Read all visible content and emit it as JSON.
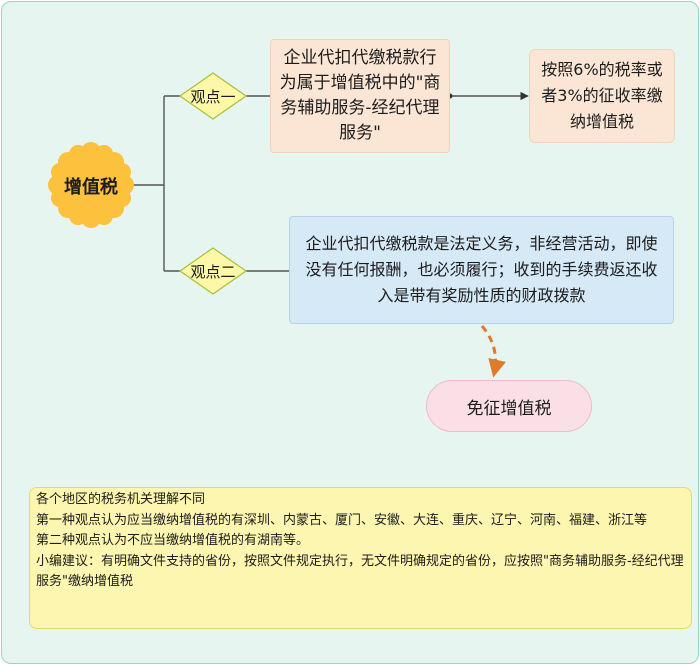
{
  "root": {
    "label": "增值税"
  },
  "view1": {
    "label": "观点一",
    "text": "企业代扣代缴税款行为属于增值税中的\"商务辅助服务-经纪代理服务\"",
    "result": "按照6%的税率或者3%的征收率缴纳增值税"
  },
  "view2": {
    "label": "观点二",
    "text": "企业代扣代缴税款是法定义务，非经营活动，即使没有任何报酬，也必须履行；收到的手续费返还收入是带有奖励性质的财政拨款",
    "result": "免征增值税"
  },
  "note": {
    "lines": [
      "各个地区的税务机关理解不同",
      "第一种观点认为应当缴纳增值税的有深圳、内蒙古、厦门、安徽、大连、重庆、辽宁、河南、福建、浙江等",
      "第二种观点认为不应当缴纳增值税的有湖南等。",
      "小编建议：有明确文件支持的省份，按照文件规定执行，无文件明确规定的省份，应按照\"商务辅助服务-经纪代理服务\"缴纳增值税"
    ]
  },
  "colors": {
    "background": "#e7f5f0",
    "flower": "#fcc13d",
    "diamond": "#fdf7a8",
    "peach_box": "#fbe6d5",
    "blue_box": "#d6e9f6",
    "pink_box": "#fbdfe6",
    "note_box": "#fcf6b0",
    "dashed_arrow": "#dd7a2c"
  }
}
